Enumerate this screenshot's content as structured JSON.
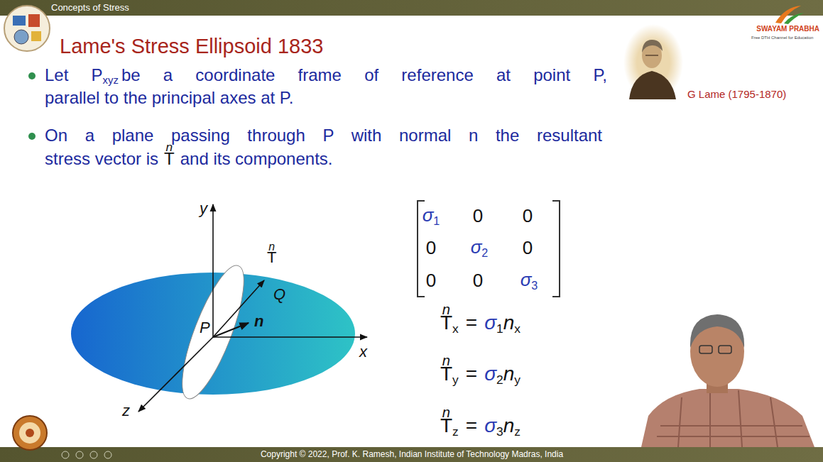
{
  "diagram": {
    "title": "Lame's Stress Ellipsoid 1833",
    "labels": [
      "Concepts of Stress",
      "SWAYAM PRABHA",
      "Free DTH Channel for Education",
      "Let P",
      "xyz",
      "be a coordinate frame of reference at point P,",
      "parallel to the principal axes at P.",
      "G Lame (1795-1870)",
      "On a plane passing through P with normal n the resultant",
      "stress vector is",
      "n",
      "T",
      "and its components.",
      "y",
      "n",
      "T",
      "Q",
      "n",
      "P",
      "x",
      "z",
      "σ",
      "1",
      "0",
      "0",
      "0",
      "σ",
      "2",
      "0",
      "0",
      "0",
      "σ",
      "3",
      "n",
      "T",
      "x",
      "=",
      "σ",
      "1",
      "n",
      "x",
      "n",
      "T",
      "y",
      "=",
      "σ",
      "2",
      "n",
      "y",
      "n",
      "T",
      "z",
      "=",
      "σ",
      "3",
      "n",
      "z",
      "Copyright © 2022, Prof. K. Ramesh, Indian Institute of Technology Madras, India"
    ]
  }
}
